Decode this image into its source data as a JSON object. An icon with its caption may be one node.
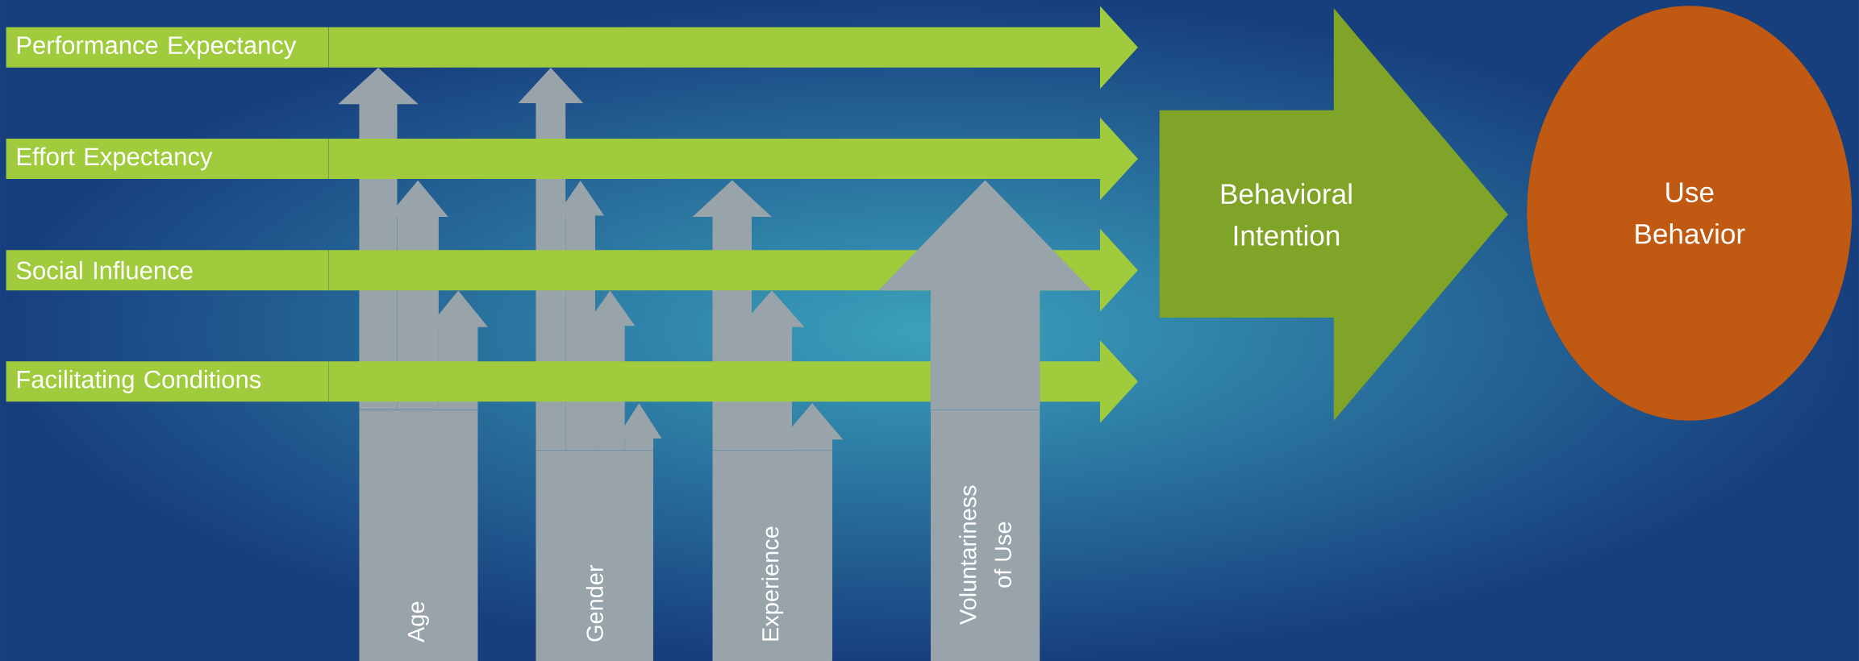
{
  "diagram": {
    "nodes": [
      {
        "text": [
          "Performance Expectancy"
        ]
      },
      {
        "text": [
          "Effort Expectancy"
        ]
      },
      {
        "text": [
          "Social Influence"
        ]
      },
      {
        "text": [
          "Facilitating Conditions"
        ]
      },
      {
        "text": [
          "Behavioral Intention"
        ]
      },
      {
        "text": [
          "Use Behavior"
        ]
      },
      {
        "text": [
          "Age"
        ]
      },
      {
        "text": [
          "Gender"
        ]
      },
      {
        "text": [
          "Experience"
        ]
      },
      {
        "text": [
          "Voluntariness of Use"
        ]
      }
    ],
    "edges": [
      {
        "from": 0,
        "to": 4,
        "arrow": "to",
        "color": "#9fcb3c"
      },
      {
        "from": 1,
        "to": 4,
        "arrow": "to",
        "color": "#9fcb3c"
      },
      {
        "from": 2,
        "to": 4,
        "arrow": "to",
        "color": "#9fcb3c"
      },
      {
        "from": 3,
        "to": 4,
        "arrow": "to",
        "color": "#9fcb3c"
      },
      {
        "from": 6,
        "to": null,
        "arrow": "to"
      },
      {
        "from": 6,
        "to": null,
        "arrow": "to"
      },
      {
        "from": 6,
        "to": null,
        "arrow": "to"
      },
      {
        "from": 7,
        "to": null,
        "arrow": "to"
      },
      {
        "from": 7,
        "to": null,
        "arrow": "to"
      },
      {
        "from": 7,
        "to": null,
        "arrow": "to"
      },
      {
        "from": 7,
        "to": null,
        "arrow": "to"
      },
      {
        "from": 8,
        "to": null,
        "arrow": "to"
      },
      {
        "from": 8,
        "to": null,
        "arrow": "to"
      },
      {
        "from": 8,
        "to": null,
        "arrow": "to"
      },
      {
        "from": 9,
        "to": null,
        "arrow": "to",
        "style": "thick"
      }
    ]
  }
}
